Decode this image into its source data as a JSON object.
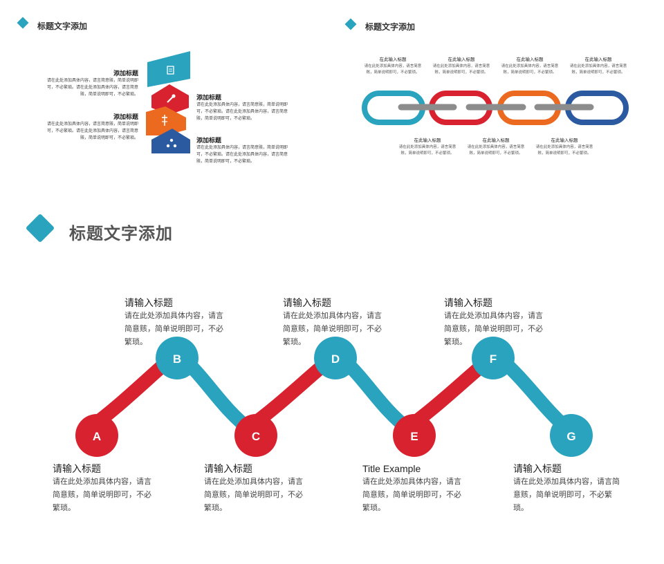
{
  "colors": {
    "teal": "#2aa3bf",
    "red": "#d9222f",
    "orange": "#ec6a20",
    "navy": "#2b5aa0",
    "gray": "#8c8c8c"
  },
  "panel1": {
    "title": "标题文字添加",
    "items": [
      {
        "heading": "添加标题",
        "body": "请在此处添加具体内容，请言简意赅，简单说明即可，不必繁琐。请在此处添加具体内容，请言简意赅，简单说明即可，不必繁琐。",
        "icon": "document-icon"
      },
      {
        "heading": "添加标题",
        "body": "请在此处添加具体内容，请言简意赅，简单说明即可，不必繁琐。请在此处添加具体内容，请言简意赅，简单说明即可，不必繁琐。",
        "icon": "wrench-icon"
      },
      {
        "heading": "添加标题",
        "body": "请在此处添加具体内容，请言简意赅，简单说明即可，不必繁琐。请在此处添加具体内容，请言简意赅，简单说明即可，不必繁琐。",
        "icon": "tools-icon"
      },
      {
        "heading": "添加标题",
        "body": "请在此处添加具体内容，请言简意赅，简单说明即可，不必繁琐。请在此处添加具体内容，请言简意赅，简单说明即可，不必繁琐。",
        "icon": "people-icon"
      }
    ]
  },
  "panel2": {
    "title": "标题文字添加",
    "top": [
      {
        "heading": "在此输入标题",
        "body": "请在此处添加具体内容，请言简意赅，简单说明即可，不必繁琐。"
      },
      {
        "heading": "在此输入标题",
        "body": "请在此处添加具体内容，请言简意赅，简单说明即可，不必繁琐。"
      },
      {
        "heading": "在此输入标题",
        "body": "请在此处添加具体内容，请言简意赅，简单说明即可，不必繁琐。"
      },
      {
        "heading": "在此输入标题",
        "body": "请在此处添加具体内容，请言简意赅，简单说明即可，不必繁琐。"
      }
    ],
    "bottom": [
      {
        "heading": "在此输入标题",
        "body": "请在此处添加具体内容，请言简意赅，简单说明即可，不必繁琐。"
      },
      {
        "heading": "在此输入标题",
        "body": "请在此处添加具体内容，请言简意赅，简单说明即可，不必繁琐。"
      },
      {
        "heading": "在此输入标题",
        "body": "请在此处添加具体内容，请言简意赅，简单说明即可，不必繁琐。"
      }
    ]
  },
  "panel3": {
    "title": "标题文字添加",
    "nodes": [
      "A",
      "B",
      "C",
      "D",
      "E",
      "F",
      "G"
    ],
    "top": [
      {
        "heading": "请输入标题",
        "body": "请在此处添加具体内容，请言简意赅，简单说明即可，不必繁琐。"
      },
      {
        "heading": "请输入标题",
        "body": "请在此处添加具体内容，请言简意赅，简单说明即可，不必繁琐。"
      },
      {
        "heading": "请输入标题",
        "body": "请在此处添加具体内容，请言简意赅，简单说明即可，不必繁琐。"
      }
    ],
    "bottom": [
      {
        "heading": "请输入标题",
        "body": "请在此处添加具体内容，请言简意赅，简单说明即可，不必繁琐。"
      },
      {
        "heading": "请输入标题",
        "body": "请在此处添加具体内容，请言简意赅，简单说明即可，不必繁琐。"
      },
      {
        "heading": "Title Example",
        "body": "请在此处添加具体内容，请言简意赅，简单说明即可，不必繁琐。"
      },
      {
        "heading": "请输入标题",
        "body": "请在此处添加具体内容，请言简意赅，简单说明即可，不必繁琐。"
      }
    ]
  }
}
